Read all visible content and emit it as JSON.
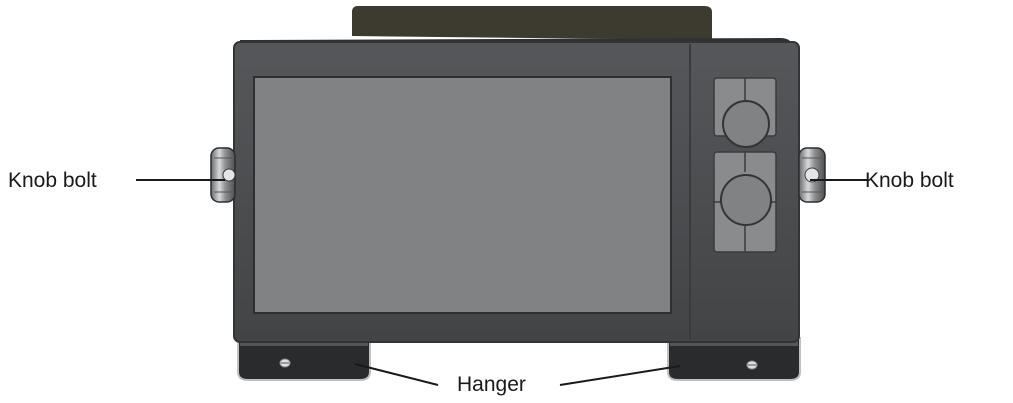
{
  "labels": {
    "knob_bolt_left": "Knob bolt",
    "knob_bolt_right": "Knob bolt",
    "hanger": "Hanger"
  },
  "colors": {
    "bezel": "#4a4c4e",
    "bezel_edge": "#3a3b3d",
    "screen": "#818284",
    "top_cover": "#3d3a2f",
    "key_panel": "#8a8b8d",
    "knob_metal": "#7d7e80",
    "hanger_metal": "#2a2b2d",
    "leader_line": "#1a1a1a"
  },
  "icons": {
    "left_knob": "knob-bolt-icon",
    "right_knob": "knob-bolt-icon",
    "rotary_knob_top": "rotary-knob-icon",
    "rotary_knob_bottom": "rotary-knob-icon",
    "hanger_screw": "screw-icon"
  }
}
